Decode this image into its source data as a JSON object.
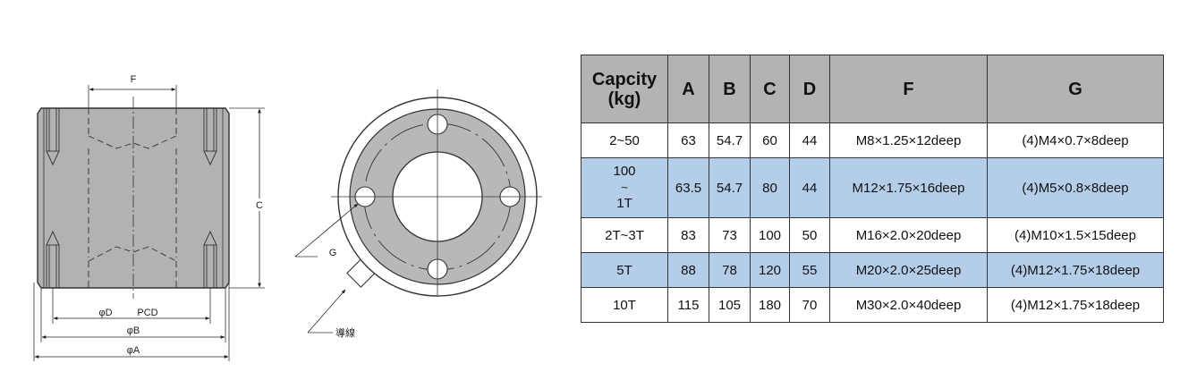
{
  "side_view": {
    "labels": {
      "f": "F",
      "c": "C",
      "d": "φD",
      "pcd": "PCD",
      "b": "φB",
      "a": "φA"
    }
  },
  "top_view": {
    "labels": {
      "g": "G",
      "cable": "導線"
    }
  },
  "table": {
    "headers": {
      "capacity_line1": "Capcity",
      "capacity_line2": "(kg)",
      "a": "A",
      "b": "B",
      "c": "C",
      "d": "D",
      "f": "F",
      "g": "G"
    },
    "rows": [
      {
        "cap": "2~50",
        "a": "63",
        "b": "54.7",
        "c": "60",
        "d": "44",
        "f": "M8×1.25×12deep",
        "g": "(4)M4×0.7×8deep"
      },
      {
        "cap_line1": "100",
        "cap_line2": "~",
        "cap_line3": "1T",
        "a": "63.5",
        "b": "54.7",
        "c": "80",
        "d": "44",
        "f": "M12×1.75×16deep",
        "g": "(4)M5×0.8×8deep"
      },
      {
        "cap": "2T~3T",
        "a": "83",
        "b": "73",
        "c": "100",
        "d": "50",
        "f": "M16×2.0×20deep",
        "g": "(4)M10×1.5×15deep"
      },
      {
        "cap": "5T",
        "a": "88",
        "b": "78",
        "c": "120",
        "d": "55",
        "f": "M20×2.0×25deep",
        "g": "(4)M12×1.75×18deep"
      },
      {
        "cap": "10T",
        "a": "115",
        "b": "105",
        "c": "180",
        "d": "70",
        "f": "M30×2.0×40deep",
        "g": "(4)M12×1.75×18deep"
      }
    ],
    "highlight_color": "#b4cde8",
    "header_color": "#b3b3b3"
  }
}
